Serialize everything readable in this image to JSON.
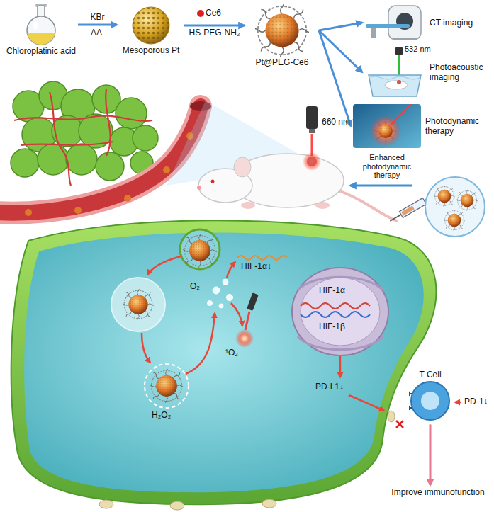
{
  "diagram": {
    "nodes": [
      {
        "text": [
          "Chloroplatinic acid"
        ]
      },
      {
        "text": [
          "Mesoporous Pt"
        ]
      },
      {
        "text": [
          "Pt@PEG-Ce6"
        ]
      },
      {
        "text": [
          "CT imaging"
        ]
      },
      {
        "text": [
          "Photoacoustic imaging"
        ]
      },
      {
        "text": [
          "Photodynamic therapy"
        ]
      },
      {
        "text": [
          "T Cell"
        ]
      },
      {
        "text": [
          "Improve immunofunction"
        ]
      }
    ],
    "edges": [
      {
        "from": 0,
        "to": 1,
        "label": "KBr",
        "arrow": "to"
      },
      {
        "from": 1,
        "to": 2,
        "label": "HS-PEG-NH₂",
        "arrow": "to"
      },
      {
        "from": 2,
        "to": 3,
        "arrow": "to"
      },
      {
        "from": 2,
        "to": 4,
        "arrow": "to"
      },
      {
        "from": 2,
        "to": 5,
        "arrow": "to"
      },
      {
        "from": 6,
        "to": 7,
        "arrow": "to"
      }
    ],
    "labels": [
      "AA",
      "Ce6",
      "532 nm",
      "660 nm",
      "Enhanced photodynamic therapy",
      "HIF-1α↓",
      "HIF-1α",
      "HIF-1β",
      "O₂",
      "¹O₂",
      "H₂O₂",
      "PD-L1↓",
      "PD-1↓"
    ]
  }
}
